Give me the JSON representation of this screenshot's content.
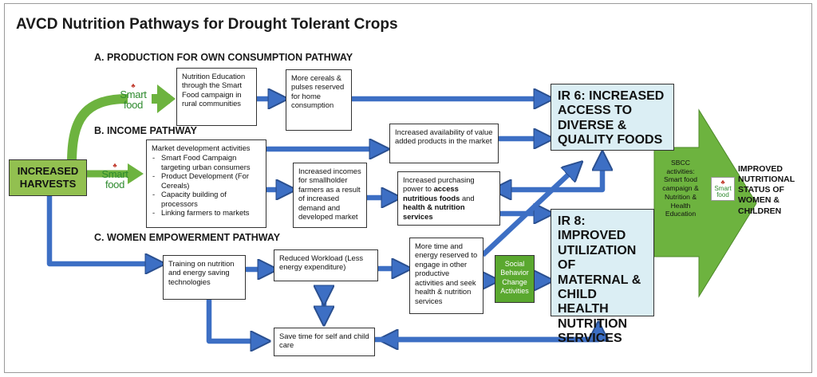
{
  "title": "AVCD Nutrition Pathways for Drought Tolerant Crops",
  "pathways": {
    "a": "A. PRODUCTION FOR OWN CONSUMPTION PATHWAY",
    "b": "B.  INCOME PATHWAY",
    "c": "C.  WOMEN EMPOWERMENT PATHWAY"
  },
  "harvests": "INCREASED HARVESTS",
  "logo": {
    "line1": "Smart",
    "line2": "food"
  },
  "boxes": {
    "nutrition_education": "Nutrition Education through the Smart Food campaign in rural communities",
    "more_cereals": "More cereals & pulses reserved for home consumption",
    "market_dev_heading": "Market development activities",
    "market_dev_items": [
      "Smart Food Campaign targeting urban consumers",
      "Product Development (For Cereals)",
      "Capacity building of processors",
      "Linking farmers to markets"
    ],
    "value_added": "Increased availability of value added products in the market",
    "increased_incomes": "Increased incomes for smallholder farmers  as a result of increased demand and developed market",
    "purchasing_power": {
      "p1": "Increased purchasing power to ",
      "b1": "access nutritious foods",
      "p2": " and ",
      "b2": "health & nutrition services"
    },
    "training": "Training  on nutrition and energy saving technologies",
    "reduced_workload": "Reduced Workload (Less energy expenditure)",
    "more_time": "More time and energy reserved  to engage in other productive activities and seek health & nutrition services",
    "save_time": "Save time for self and child care",
    "social_behavior": "Social Behavior Change Activities"
  },
  "ir6": "IR 6: INCREASED ACCESS TO DIVERSE & QUALITY FOODS",
  "ir8": "IR 8: IMPROVED UTILIZATION OF MATERNAL & CHILD HEALTH NUTRITION SERVICES",
  "sbcc": "SBCC activities: Smart food campaign & Nutrition & Health Education",
  "outcome": "IMPROVED NUTRITIONAL STATUS OF WOMEN & CHILDREN",
  "colors": {
    "arrow_blue": "#3d6fc4",
    "arrow_green": "#6db33f",
    "ir_fill": "#dbeef4",
    "harvest_fill": "#92c050"
  }
}
